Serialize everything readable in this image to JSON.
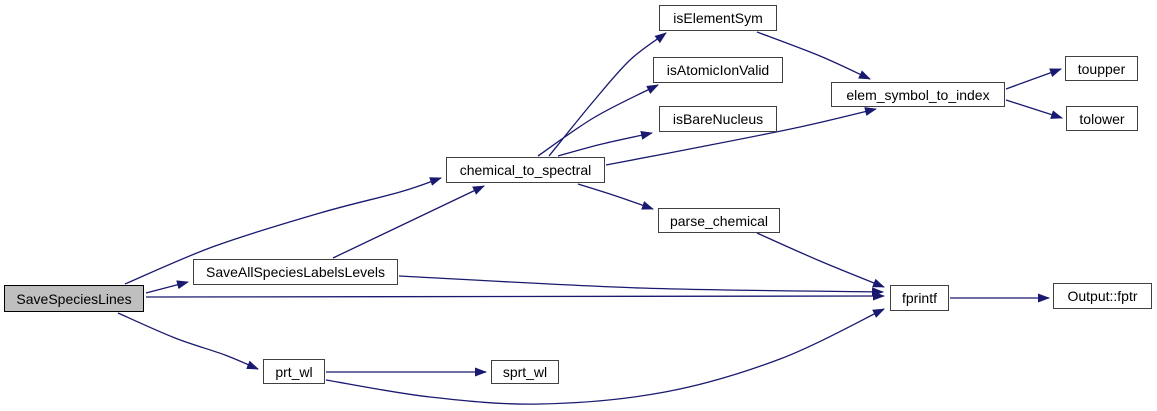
{
  "diagram": {
    "type": "call-graph",
    "background_color": "#ffffff",
    "edge_color": "#191970",
    "node_fill": "#ffffff",
    "node_border_color": "#404040",
    "highlight_fill": "#bfbfbf",
    "highlight_border_color": "#000000",
    "text_color": "#000000",
    "nodes": [
      {
        "id": "SaveSpeciesLines",
        "label": "SaveSpeciesLines",
        "highlighted": true
      },
      {
        "id": "SaveAllSpeciesLabelsLevels",
        "label": "SaveAllSpeciesLabelsLevels",
        "highlighted": false
      },
      {
        "id": "chemical_to_spectral",
        "label": "chemical_to_spectral",
        "highlighted": false
      },
      {
        "id": "isElementSym",
        "label": "isElementSym",
        "highlighted": false
      },
      {
        "id": "isAtomicIonValid",
        "label": "isAtomicIonValid",
        "highlighted": false
      },
      {
        "id": "isBareNucleus",
        "label": "isBareNucleus",
        "highlighted": false
      },
      {
        "id": "elem_symbol_to_index",
        "label": "elem_symbol_to_index",
        "highlighted": false
      },
      {
        "id": "toupper",
        "label": "toupper",
        "highlighted": false
      },
      {
        "id": "tolower",
        "label": "tolower",
        "highlighted": false
      },
      {
        "id": "parse_chemical",
        "label": "parse_chemical",
        "highlighted": false
      },
      {
        "id": "fprintf",
        "label": "fprintf",
        "highlighted": false
      },
      {
        "id": "Output::fptr",
        "label": "Output::fptr",
        "highlighted": false
      },
      {
        "id": "prt_wl",
        "label": "prt_wl",
        "highlighted": false
      },
      {
        "id": "sprt_wl",
        "label": "sprt_wl",
        "highlighted": false
      }
    ],
    "edges": [
      {
        "from": "SaveSpeciesLines",
        "to": "chemical_to_spectral"
      },
      {
        "from": "SaveSpeciesLines",
        "to": "SaveAllSpeciesLabelsLevels"
      },
      {
        "from": "SaveSpeciesLines",
        "to": "fprintf"
      },
      {
        "from": "SaveSpeciesLines",
        "to": "prt_wl"
      },
      {
        "from": "SaveAllSpeciesLabelsLevels",
        "to": "chemical_to_spectral"
      },
      {
        "from": "SaveAllSpeciesLabelsLevels",
        "to": "fprintf"
      },
      {
        "from": "chemical_to_spectral",
        "to": "isElementSym"
      },
      {
        "from": "chemical_to_spectral",
        "to": "isAtomicIonValid"
      },
      {
        "from": "chemical_to_spectral",
        "to": "isBareNucleus"
      },
      {
        "from": "chemical_to_spectral",
        "to": "elem_symbol_to_index"
      },
      {
        "from": "chemical_to_spectral",
        "to": "parse_chemical"
      },
      {
        "from": "isElementSym",
        "to": "elem_symbol_to_index"
      },
      {
        "from": "elem_symbol_to_index",
        "to": "toupper"
      },
      {
        "from": "elem_symbol_to_index",
        "to": "tolower"
      },
      {
        "from": "parse_chemical",
        "to": "fprintf"
      },
      {
        "from": "fprintf",
        "to": "Output::fptr"
      },
      {
        "from": "prt_wl",
        "to": "sprt_wl"
      },
      {
        "from": "prt_wl",
        "to": "fprintf"
      }
    ]
  }
}
